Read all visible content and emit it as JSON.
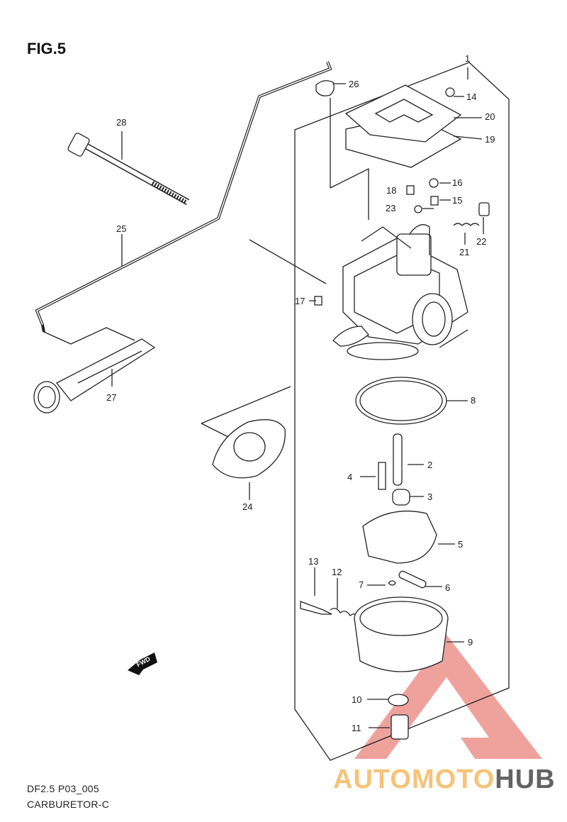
{
  "figure": {
    "title": "FIG.5",
    "model_code": "DF2.5 P03_005",
    "caption": "CARBURETOR-C"
  },
  "fwd_marker": {
    "text": "FWD",
    "icon": "fwd-arrow-icon"
  },
  "watermark": {
    "text_a": "AUTOMOTO",
    "text_b": "HUB",
    "color_a": "#f4b04a",
    "color_b": "#2f2f2f",
    "logo_color": "#e2574c"
  },
  "callouts": [
    {
      "num": "1",
      "part": "carburetor-assembly"
    },
    {
      "num": "2",
      "part": "needle-jet"
    },
    {
      "num": "3",
      "part": "main-jet"
    },
    {
      "num": "4",
      "part": "needle-valve"
    },
    {
      "num": "5",
      "part": "float"
    },
    {
      "num": "6",
      "part": "float-pin"
    },
    {
      "num": "7",
      "part": "clip"
    },
    {
      "num": "8",
      "part": "o-ring"
    },
    {
      "num": "9",
      "part": "float-chamber"
    },
    {
      "num": "10",
      "part": "gasket-washer"
    },
    {
      "num": "11",
      "part": "drain-bolt"
    },
    {
      "num": "12",
      "part": "spring"
    },
    {
      "num": "13",
      "part": "pilot-screw"
    },
    {
      "num": "14",
      "part": "screw"
    },
    {
      "num": "15",
      "part": "jet"
    },
    {
      "num": "16",
      "part": "screw"
    },
    {
      "num": "17",
      "part": "plug"
    },
    {
      "num": "18",
      "part": "plug"
    },
    {
      "num": "19",
      "part": "gasket"
    },
    {
      "num": "20",
      "part": "cover-plate"
    },
    {
      "num": "21",
      "part": "spring"
    },
    {
      "num": "22",
      "part": "throttle-stop-screw"
    },
    {
      "num": "23",
      "part": "screw"
    },
    {
      "num": "24",
      "part": "insulator-gasket"
    },
    {
      "num": "25",
      "part": "choke-rod"
    },
    {
      "num": "26",
      "part": "clip"
    },
    {
      "num": "27",
      "part": "choke-knob"
    },
    {
      "num": "28",
      "part": "stud-bolt"
    }
  ]
}
